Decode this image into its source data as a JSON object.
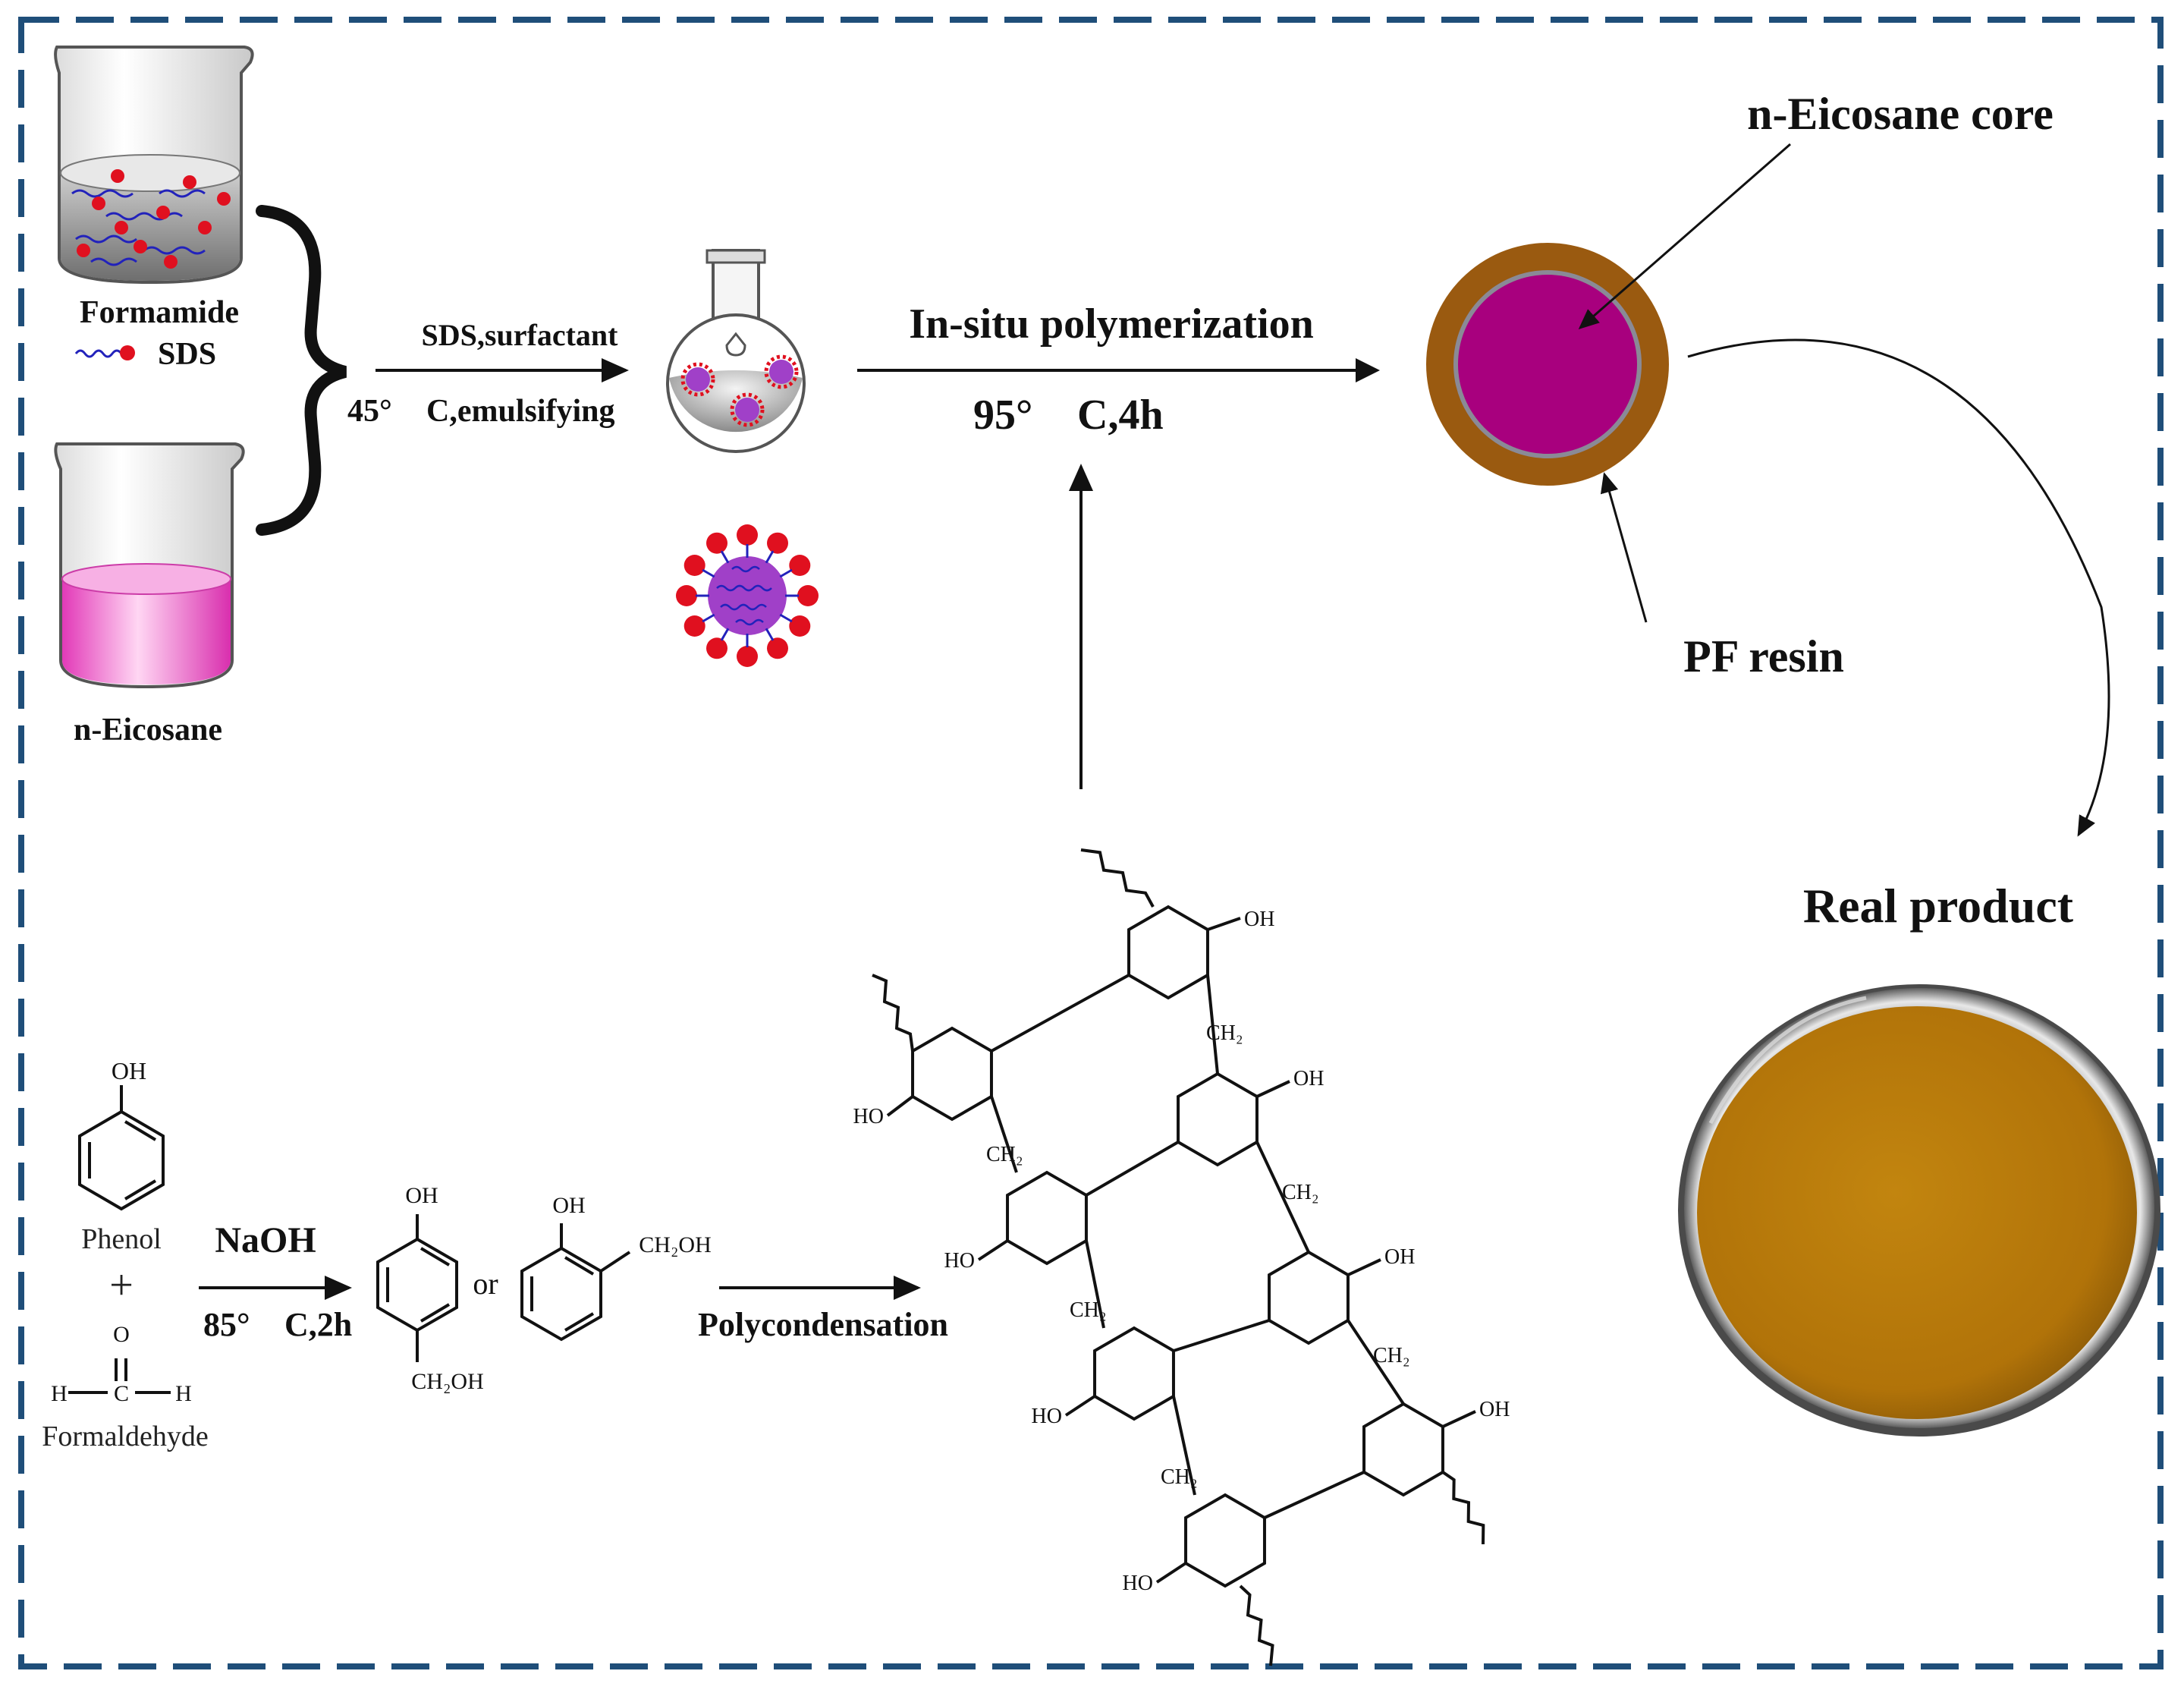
{
  "beaker1": {
    "label": "Formamide",
    "legend_label": "SDS"
  },
  "beaker2": {
    "label": "n-Eicosane"
  },
  "step_emulsify": {
    "top": "SDS,surfactant",
    "bottom_temp": "45°",
    "bottom_text": "C,emulsifying"
  },
  "step_polymerize": {
    "top": "In-situ polymerization",
    "bottom_temp": "95°",
    "bottom_text": "C,4h"
  },
  "capsule": {
    "core_label": "n-Eicosane core",
    "shell_label": "PF resin",
    "core_color": "#a8007e",
    "shell_color": "#9a5a10",
    "gap_color": "#8a8a96"
  },
  "product": {
    "label": "Real product",
    "powder_color": "#b5780e"
  },
  "reaction": {
    "phenol_oh": "OH",
    "phenol_label": "Phenol",
    "plus": "+",
    "formaldehyde_o": "O",
    "formaldehyde_c": "C",
    "formaldehyde_h": "H",
    "formaldehyde_label": "Formaldehyde",
    "reagent": "NaOH",
    "cond_temp": "85°",
    "cond_text": "C,2h",
    "prod1_oh": "OH",
    "prod1_ch2oh": "CH₂OH",
    "or": "or",
    "prod2_oh": "OH",
    "prod2_ch2oh": "CH₂OH",
    "polycondensation": "Polycondensation"
  },
  "resin": {
    "oh": "OH",
    "ho": "HO",
    "ch2": "CH₂"
  },
  "colors": {
    "frame": "#1f4e79",
    "micelle_head": "#e0101f",
    "micelle_tail": "#2222bb",
    "micelle_core": "#a040c8",
    "eicosane": "#e23ab8"
  }
}
